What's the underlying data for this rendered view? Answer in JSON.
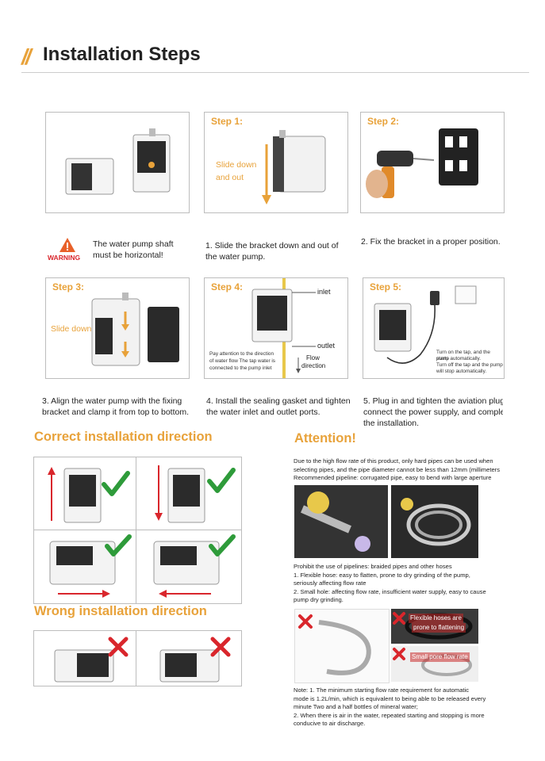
{
  "header": {
    "slash": "//",
    "title": "Installation Steps"
  },
  "warning": {
    "label": "WARNING",
    "text_line1": "The water pump shaft",
    "text_line2": "must be horizontal!"
  },
  "steps": [
    {
      "label": "Step 1:",
      "overlay_line1": "Slide down",
      "overlay_line2": "and out",
      "caption_line1": "1. Slide the bracket down and out of",
      "caption_line2": "the water pump."
    },
    {
      "label": "Step 2:",
      "caption_line1": "2. Fix the bracket in a proper position.",
      "caption_line2": ""
    },
    {
      "label": "Step 3:",
      "overlay_line1": "Slide down",
      "caption_line1": "3. Align the water pump with the fixing",
      "caption_line2": "bracket and clamp it from top to bottom."
    },
    {
      "label": "Step 4:",
      "inlet": "inlet",
      "outlet": "outlet",
      "flow_line1": "Flow",
      "flow_line2": "direction",
      "note_line1": "Pay attention to the direction",
      "note_line2": "of water flow The tap water is",
      "note_line3": "connected to the pump inlet",
      "caption_line1": "4. Install the sealing gasket and tighten",
      "caption_line2": "the water inlet and outlet ports."
    },
    {
      "label": "Step 5:",
      "note_line1": "Turn on the tap, and the pump",
      "note_line2": "starts automatically.",
      "note_line3": "Turn off the tap and the pump",
      "note_line4": "will stop automatically.",
      "caption_line1": "5. Plug in and tighten the aviation plug",
      "caption_line2": "connect the power supply, and comple",
      "caption_line3": "the installation."
    }
  ],
  "correct": {
    "title": "Correct installation direction"
  },
  "wrong": {
    "title": "Wrong installation direction"
  },
  "attention": {
    "title": "Attention!",
    "para1_line1": "Due to the high flow rate of this product, only hard pipes can be used when",
    "para1_line2": "selecting pipes, and the pipe diameter cannot be less than 12mm (millimeters",
    "para1_line3": "Recommended pipeline: corrugated pipe, easy to bend with large aperture",
    "para2_line1": "Prohibit the use of pipelines: braided pipes and other hoses",
    "para2_line2": "1. Flexible hose: easy to flatten, prone to dry grinding of the pump,",
    "para2_line3": "seriously affecting flow rate",
    "para2_line4": "2. Small hole: affecting flow rate, insufficient water supply, easy to cause",
    "para2_line5": "pump dry grinding.",
    "overlay1_line1": "Flexible hoses are",
    "overlay1_line2": "prone to flattening",
    "overlay2": "Small pore flow rate",
    "note_line1": "Note: 1. The minimum starting flow rate requirement for automatic",
    "note_line2": "mode is 1.2L/min, which is equivalent to being able to be released every",
    "note_line3": "minute Two and a half bottles of mineral water;",
    "note_line4": "2. When there is air in the water, repeated starting and stopping is more",
    "note_line5": "conducive to air discharge."
  },
  "colors": {
    "accent": "#e8a23a",
    "check": "#2e9b3a",
    "cross": "#d9262c",
    "arrow": "#d9262c"
  }
}
